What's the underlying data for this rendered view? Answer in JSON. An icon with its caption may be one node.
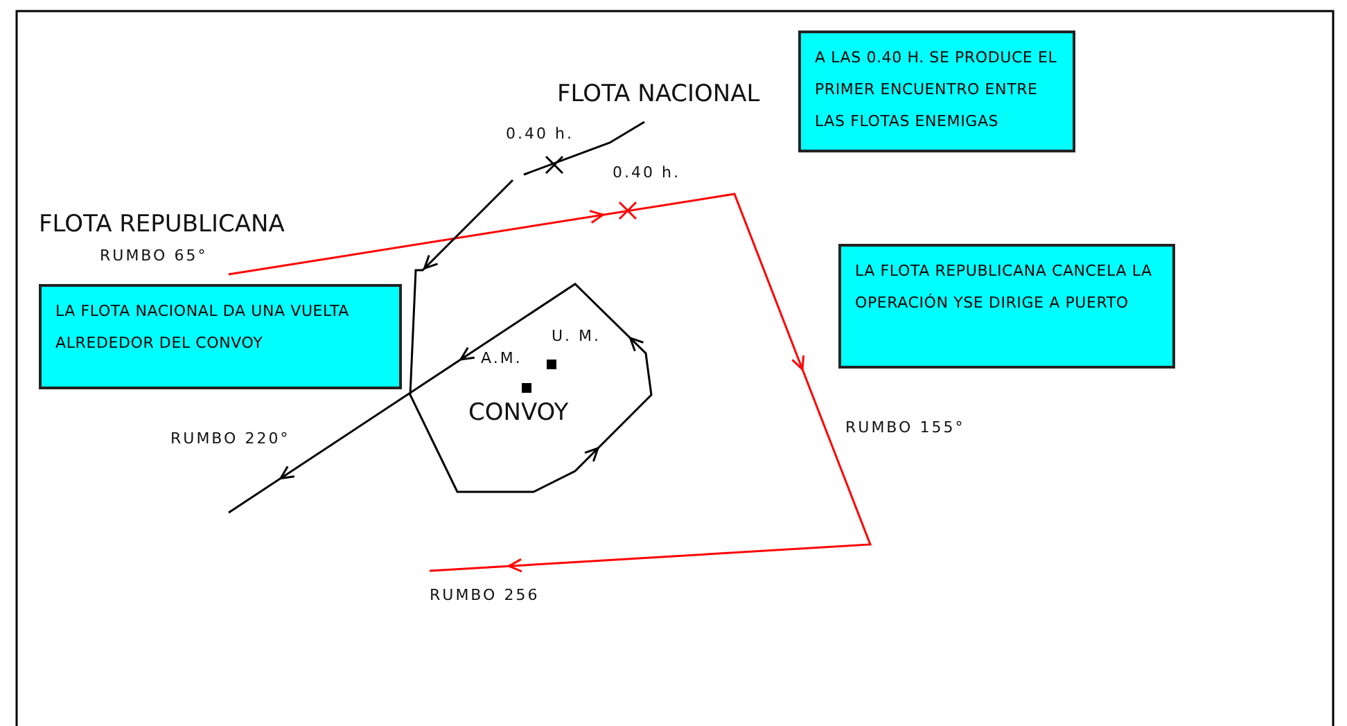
{
  "diagram": {
    "nodes": [
      {
        "text": [
          "A LAS 0.40 H. SE PRODUCE EL PRIMER ENCUENTRO ENTRE LAS FLOTAS ENEMIGAS"
        ]
      },
      {
        "text": [
          "LA FLOTA NACIONAL DA UNA VUELTA ALREDEDOR DEL CONVOY"
        ]
      },
      {
        "text": [
          "LA FLOTA REPUBLICANA CANCELA LA OPERACIÓN YSE DIRIGE A PUERTO"
        ]
      }
    ],
    "labels": [
      "FLOTA NACIONAL",
      "0.40 h.",
      "0.40 h.",
      "FLOTA REPUBLICANA",
      "RUMBO 65°",
      "U. M.",
      "A.M.",
      "CONVOY",
      "RUMBO 220°",
      "RUMBO 155°",
      "RUMBO 256"
    ]
  }
}
